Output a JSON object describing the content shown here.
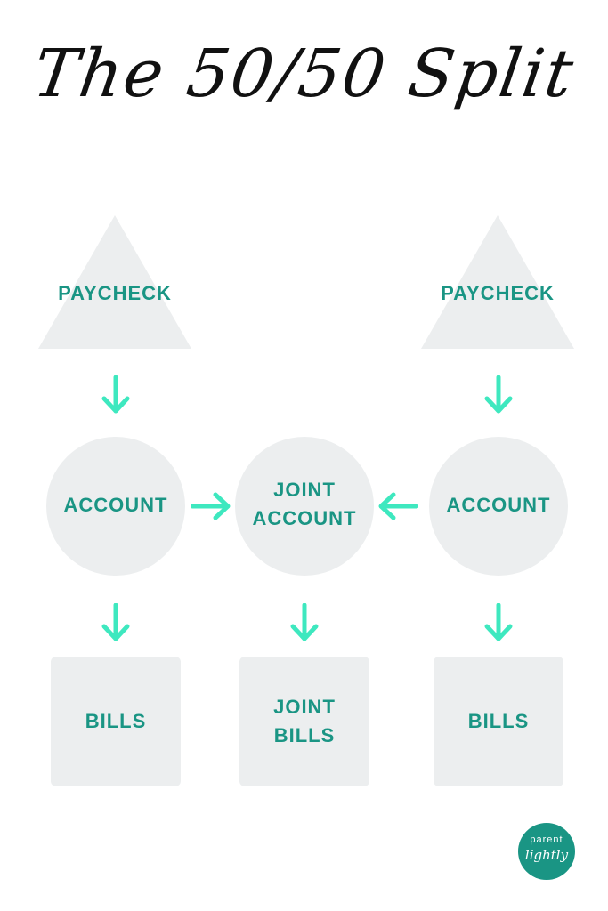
{
  "title": "The 50/50 Split",
  "colors": {
    "accent": "#1a9584",
    "arrow": "#3ee8bf",
    "shape_fill": "#eceeef"
  },
  "left": {
    "paycheck": "PAYCHECK",
    "account": "ACCOUNT",
    "bills": "BILLS"
  },
  "center": {
    "account": "JOINT\nACCOUNT",
    "bills": "JOINT\nBILLS"
  },
  "right": {
    "paycheck": "PAYCHECK",
    "account": "ACCOUNT",
    "bills": "BILLS"
  },
  "logo": {
    "line1": "parent",
    "line2": "lightly"
  }
}
